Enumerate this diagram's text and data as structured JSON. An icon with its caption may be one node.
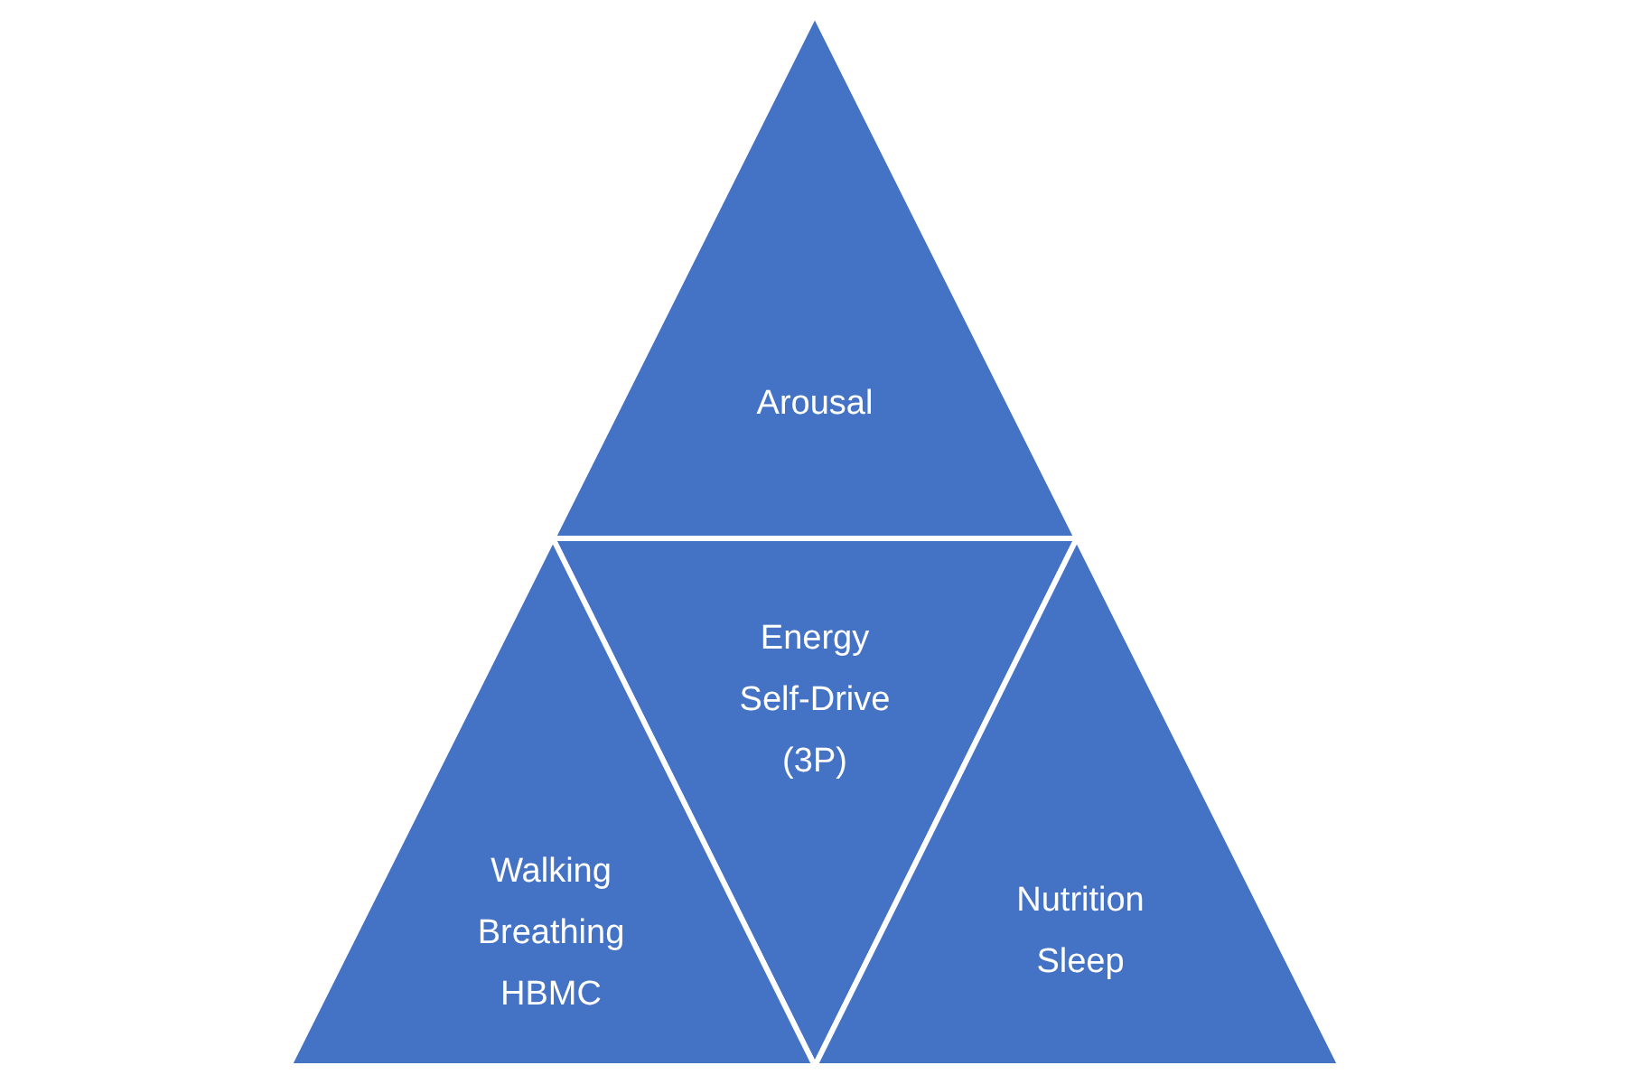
{
  "diagram": {
    "nodes": [
      {
        "text": [
          "Arousal"
        ]
      },
      {
        "text": [
          "Energy",
          "Self-Drive",
          "(3P)"
        ]
      },
      {
        "text": [
          "Walking",
          "Breathing",
          "HBMC"
        ]
      },
      {
        "text": [
          "Nutrition",
          "Sleep"
        ]
      }
    ]
  }
}
